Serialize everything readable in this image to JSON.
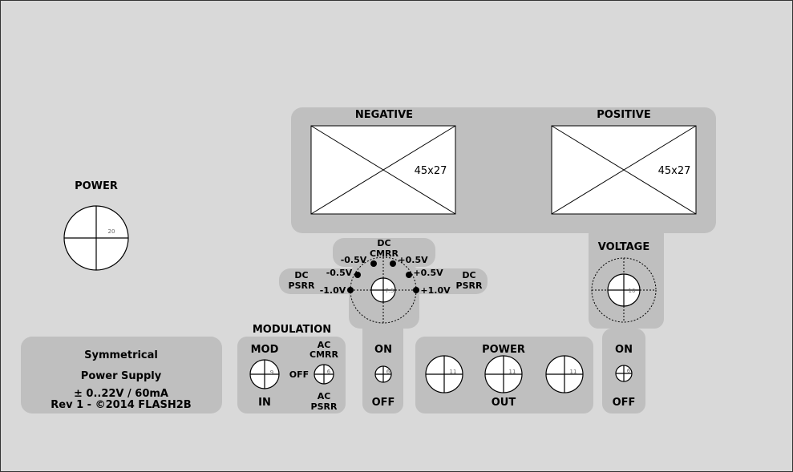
{
  "power_knob": {
    "label": "POWER",
    "size": "20"
  },
  "displays": [
    {
      "label": "NEGATIVE",
      "size": "45x27"
    },
    {
      "label": "POSITIVE",
      "size": "45x27"
    }
  ],
  "voltage": {
    "label": "VOLTAGE",
    "size": "10"
  },
  "selector": {
    "cmrr_label_1": "DC",
    "cmrr_label_2": "CMRR",
    "psrr_left_1": "DC",
    "psrr_left_2": "PSRR",
    "psrr_right_1": "DC",
    "psrr_right_2": "PSRR",
    "positions": [
      "-1.0V",
      "-0.5V",
      "-0.5V",
      "+0.5V",
      "+0.5V",
      "+1.0V"
    ],
    "size": "7.5"
  },
  "title_box": {
    "line1": "Symmetrical",
    "line2": "Power Supply",
    "line3": "± 0..22V / 60mA",
    "line4": "Rev 1 - ©2014 FLASH2B"
  },
  "modulation": {
    "label": "MODULATION",
    "mod": "MOD",
    "in": "IN",
    "mod_size": "9",
    "off": "OFF",
    "ac_cmrr_1": "AC",
    "ac_cmrr_2": "CMRR",
    "ac_psrr_1": "AC",
    "ac_psrr_2": "PSRR",
    "switch_size": "6"
  },
  "switch_left": {
    "on": "ON",
    "off": "OFF",
    "size": "6"
  },
  "power_out": {
    "label": "POWER",
    "out": "OUT",
    "sizes": [
      "11",
      "11",
      "11"
    ]
  },
  "switch_right": {
    "on": "ON",
    "off": "OFF",
    "size": "6"
  }
}
